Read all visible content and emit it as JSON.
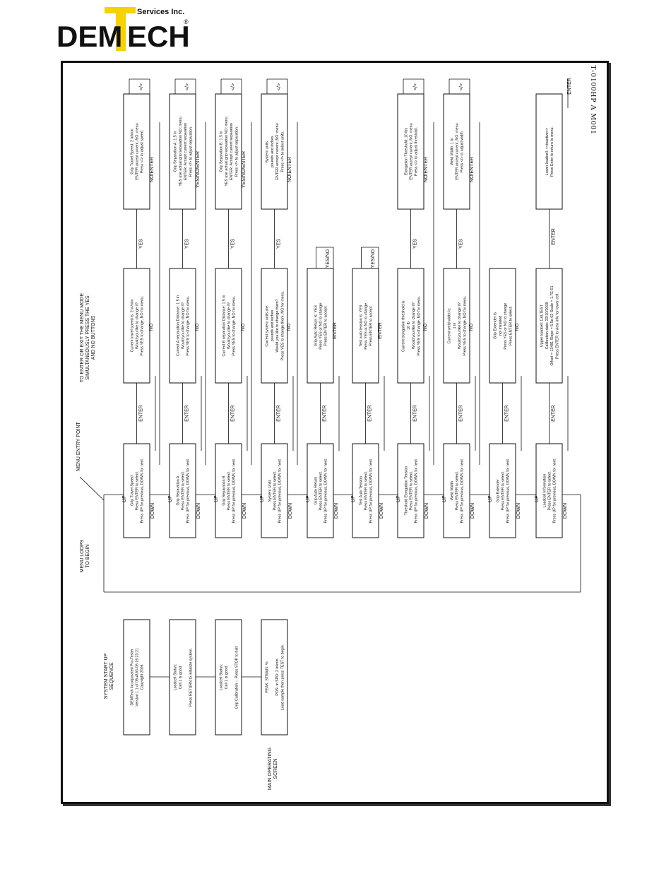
{
  "brand": {
    "name": "DEMTECH",
    "tagline": "Services Inc.",
    "registered": "®",
    "colors": {
      "dark": "#1a1a1a",
      "accent": "#f5d200"
    }
  },
  "doc_id": "T-0100HP A M001",
  "headings": {
    "enter_exit": [
      "TO ENTER OR EXIT THE MENU MODE",
      "SIMULTANEOUSLY PRESS THE YES",
      "AND NO BUTTONS"
    ],
    "menu_entry": "MENU ENTRY POINT",
    "menu_loops": [
      "MENU LOOPS",
      "TO BEGIN"
    ],
    "startup": [
      "SYSTEM START UP",
      "SEQUENCE"
    ],
    "main_operating": [
      "MAIN OPERATING",
      "SCREEN"
    ]
  },
  "startup_boxes": [
    [
      "DEMTech Incorporated Pro-Tester",
      "Version 1.1 of 09-AUG-06 16:23:21",
      "Copyright 2006"
    ],
    [
      "Loadcell Status:",
      "Cell 1 is good.",
      "",
      "Press RETURN to initialize system."
    ],
    [
      "Loadcell Status:",
      "Cell 1 is good.",
      "",
      "Grip Calibration -- Press STOP to halt."
    ],
    [
      "PEAK:        STRAIN:       %",
      "",
      "POS:    in    SPD: 2 in/min",
      "Load sample then press TEST to begin."
    ]
  ],
  "menu_boxes": [
    [
      "Grip Travel Speed",
      "Press ENTER to select.",
      "Press UP for previous, DOWN for next."
    ],
    [
      "Grip Separation A",
      "Press ENTER to select.",
      "Press UP for previous, DOWN for next."
    ],
    [
      "Grip Separation B",
      "Press ENTER to select.",
      "Press UP for previous, DOWN for next."
    ],
    [
      "System Units",
      "Press ENTER to select.",
      "Press UP for previous, DOWN for next."
    ],
    [
      "Grip Auto Return",
      "Press ENTER to select.",
      "Press UP for previous, DOWN for next."
    ],
    [
      "Test Auto Tension",
      "Press ENTER to select.",
      "Press UP for previous, DOWN for next."
    ],
    [
      "Threshold Elongation Tension",
      "Press ENTER to select.",
      "Press UP for previous, DOWN for next."
    ],
    [
      "Weld Width",
      "Press ENTER to select.",
      "Press UP for previous, DOWN for next."
    ],
    [
      "Grip Extender",
      "Press ENTER to select.",
      "Press UP for previous, DOWN for next."
    ],
    [
      "Loadcell Information",
      "Press ENTER to select.",
      "Press UP for previous, DOWN for next."
    ]
  ],
  "query_boxes": [
    [
      "Current travel speed is: 2 in/min",
      "Would you like to change it?",
      "Press YES to change, NO for menu."
    ],
    [
      "Current A separation Distance: 1.5 in",
      "Would you like to change it?",
      "Press YES to change, NO for menu."
    ],
    [
      "Current B separation Distance: 1.5 in",
      "Would you like to change it?",
      "Press YES to change, NO for menu."
    ],
    [
      "Current system units are:",
      "pounds and inches",
      "Would you like to change them?",
      "Press YES to change them, NO for menu."
    ],
    [
      "Grip Auto Return is: YES",
      "Press YES or NO to change.",
      "Press ENTER to accept."
    ],
    [
      "Test auto tension is: YES",
      "Press YES or NO to change.",
      "Press ENTER to accept."
    ],
    [
      "Current elongation threshold is:",
      "10 lb",
      "Would you like to change it?",
      "Press YES to change, NO for menu."
    ],
    [
      "Current weld width is:",
      "1 in",
      "Would you like to change it?",
      "Press YES to change, NO for menu."
    ],
    [
      "Grip Extender is",
      "not installed",
      "Press YES or NO to change.",
      "Press ENTER to select."
    ],
    [
      "Upper loadcell: CALTEST",
      "Calibration date: 22/10/2008",
      "Offset = 13481 Slope = 5.5e-02 Scale = 1.7E-01",
      "Press ENTER to view info for lower cell."
    ]
  ],
  "set_boxes": [
    [
      "Grip Travel Speed: 2 in/min",
      "ENTER accept current, NO: menu",
      "Press </> to adjust speed."
    ],
    [
      "Grip Separation A: 1.5 in",
      "YES use actual grip separation NO: menu",
      "ENTER: Accept current separation",
      "Press </> to adjust separation."
    ],
    [
      "Grip Separation B: 1.5 in",
      "YES use actual grip separation NO: menu",
      "ENTER: Accept current separation",
      "Press </> to adjust separation."
    ],
    [
      "System units:",
      "pounds and inches",
      "ENTER accept current, NO: menu",
      "Press </> to select units."
    ],
    [
      "Elongation Threshold: 10 lbs",
      "ENTER accept current, NO: menu",
      "Press </> to adjust threshold."
    ],
    [
      "Weld Width: 1 in",
      "ENTER accept current, NO: menu",
      "Press </> to adjust width."
    ],
    [
      "Lower loadcell: <<inactive>>",
      "Press Enter to return to menu."
    ]
  ],
  "labels": {
    "enter": "ENTER",
    "yes": "YES",
    "no": "NO",
    "up": "UP",
    "down": "DOWN",
    "no_enter": "NO/ENTER",
    "yes_no_enter": "YES/NO/ENTER",
    "yes_no": "YES/NO",
    "adjust": "</>"
  }
}
